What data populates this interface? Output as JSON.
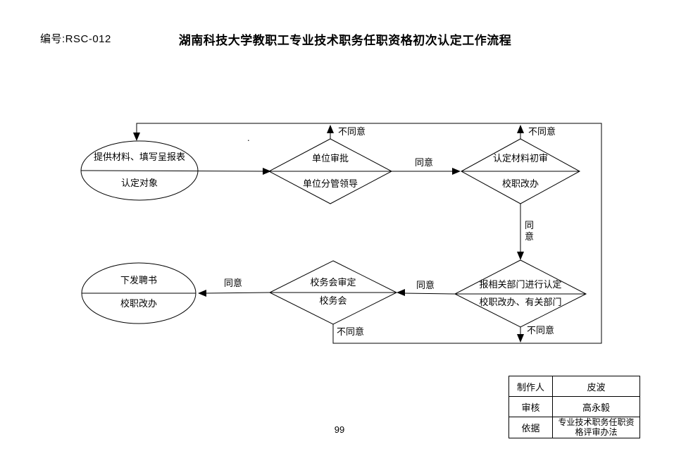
{
  "header": {
    "code": "编号:RSC-012",
    "title": "湖南科技大学教职工专业技术职务任职资格初次认定工作流程"
  },
  "flowchart": {
    "nodes": {
      "start": {
        "top": "提供材料、填写呈报表",
        "bottom": "认定对象"
      },
      "unit_approve": {
        "top": "单位审批",
        "bottom": "单位分管领导"
      },
      "material_review": {
        "top": "认定材料初审",
        "bottom": "校职改办"
      },
      "dept_confirm": {
        "top": "报相关部门进行认定",
        "bottom": "校职改办、有关部门"
      },
      "council": {
        "top": "校务会审定",
        "bottom": "校务会"
      },
      "issue": {
        "top": "下发聘书",
        "bottom": "校职改办"
      }
    },
    "edge_labels": {
      "unit_disagree": "不同意",
      "unit_agree": "同意",
      "review_disagree": "不同意",
      "review_agree": "同意",
      "dept_agree": "同意",
      "council_agree": "同意",
      "council_disagree": "不同意",
      "dept_disagree": "不同意"
    },
    "stray_dot": "."
  },
  "footer_table": {
    "rows": [
      {
        "label": "制作人",
        "value": "皮波"
      },
      {
        "label": "审核",
        "value": "高永毅"
      },
      {
        "label": "依据",
        "value": "专业技术职务任职资格评审办法"
      }
    ]
  },
  "page_number": "99",
  "colors": {
    "ink": "#000000",
    "background": "#ffffff"
  }
}
